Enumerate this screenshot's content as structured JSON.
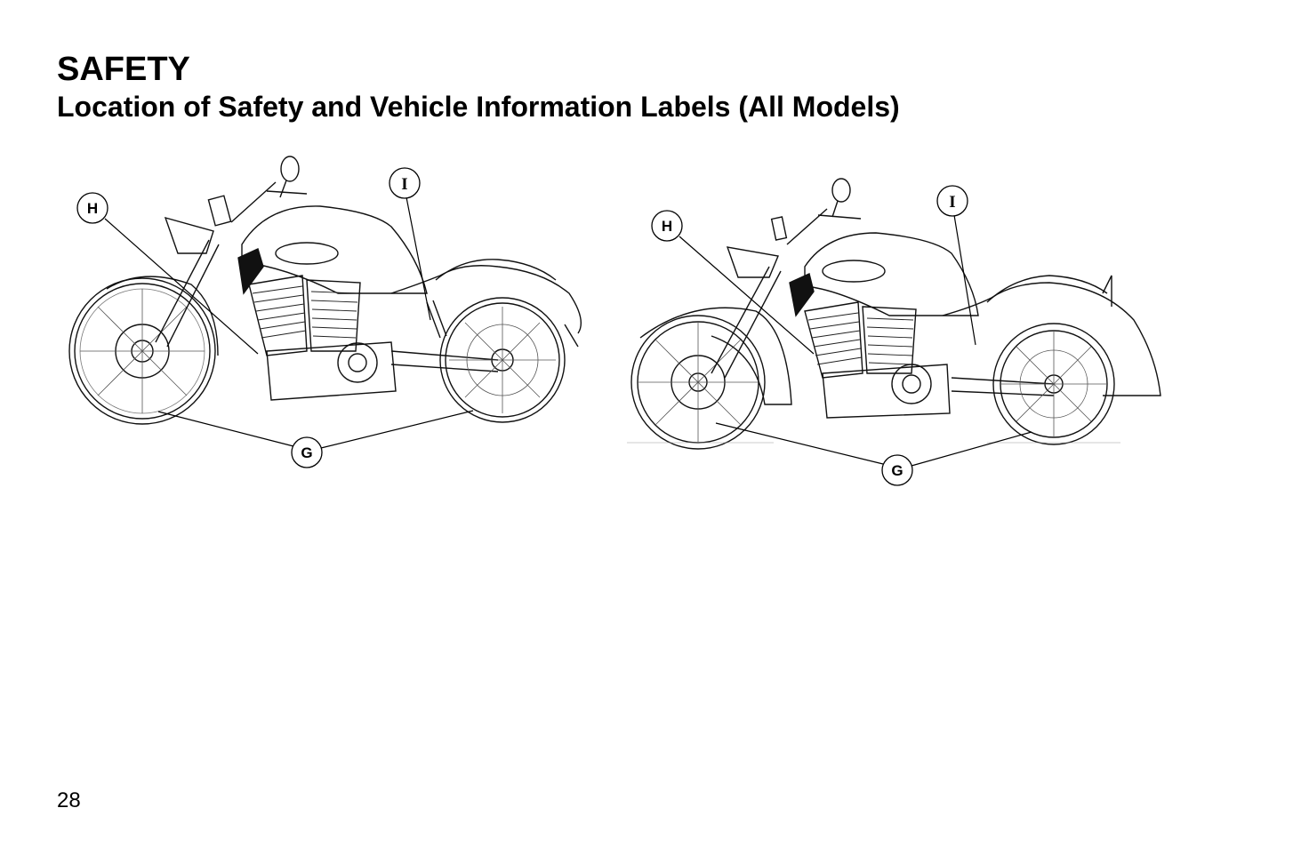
{
  "header": {
    "section": "SAFETY",
    "subtitle": "Location of Safety and Vehicle Information Labels (All Models)"
  },
  "figures": [
    {
      "callouts": {
        "h": "H",
        "i": "I",
        "g": "G"
      }
    },
    {
      "callouts": {
        "h": "H",
        "i": "I",
        "g": "G"
      }
    }
  ],
  "footer": {
    "page_number": "28"
  }
}
